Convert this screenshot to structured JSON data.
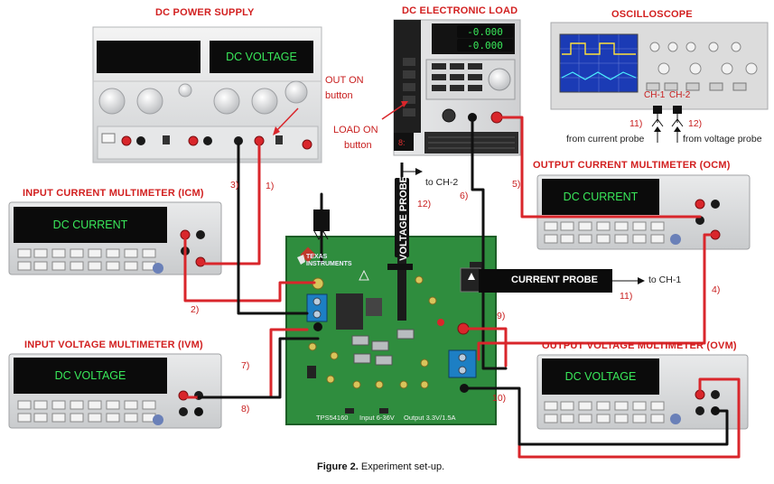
{
  "titles": {
    "dc_power_supply": "DC POWER SUPPLY",
    "dc_electronic_load": "DC ELECTRONIC LOAD",
    "oscilloscope": "OSCILLOSCOPE",
    "input_current_multimeter": "INPUT CURRENT MULTIMETER (ICM)",
    "input_voltage_multimeter": "INPUT VOLTAGE MULTIMETER (IVM)",
    "output_current_multimeter": "OUTPUT CURRENT MULTIMETER (OCM)",
    "output_voltage_multimeter": "OUTPUT VOLTAGE MULTIMETER (OVM)"
  },
  "displays": {
    "power_supply": "DC VOLTAGE",
    "icm": "DC CURRENT",
    "ivm": "DC VOLTAGE",
    "ocm": "DC CURRENT",
    "ovm": "DC VOLTAGE",
    "load_top": "-0.000",
    "load_bottom": "-0.000"
  },
  "annotations": {
    "out_on_line1": "OUT ON",
    "out_on_line2": "button",
    "load_on_line1": "LOAD ON",
    "load_on_line2": "button",
    "voltage_probe": "VOLTAGE PROBE",
    "current_probe": "CURRENT PROBE",
    "to_ch2": "to CH-2",
    "to_ch1": "to CH-1",
    "ch1": "CH-1",
    "ch2": "CH-2",
    "from_current_probe": "from current probe",
    "from_voltage_probe": "from voltage probe"
  },
  "steps": {
    "s1": "1)",
    "s2": "2)",
    "s3": "3)",
    "s4": "4)",
    "s5": "5)",
    "s6": "6)",
    "s7": "7)",
    "s8": "8)",
    "s9": "9)",
    "s10": "10)",
    "s11a": "11)",
    "s11b": "11)",
    "s12a": "12)",
    "s12b": "12)"
  },
  "board": {
    "logo_line1": "TEXAS",
    "logo_line2": "INSTRUMENTS",
    "model": "TPS54160",
    "input": "Input 6-36V",
    "output": "Output 3.3V/1.5A"
  },
  "caption": {
    "figure": "Figure 2.",
    "text": " Experiment set-up."
  },
  "colors": {
    "wire_red": "#d9262b",
    "wire_black": "#111111",
    "title_red": "#d22020",
    "pcb_green": "#2f8d3e",
    "lcd_green": "#39e85a"
  }
}
